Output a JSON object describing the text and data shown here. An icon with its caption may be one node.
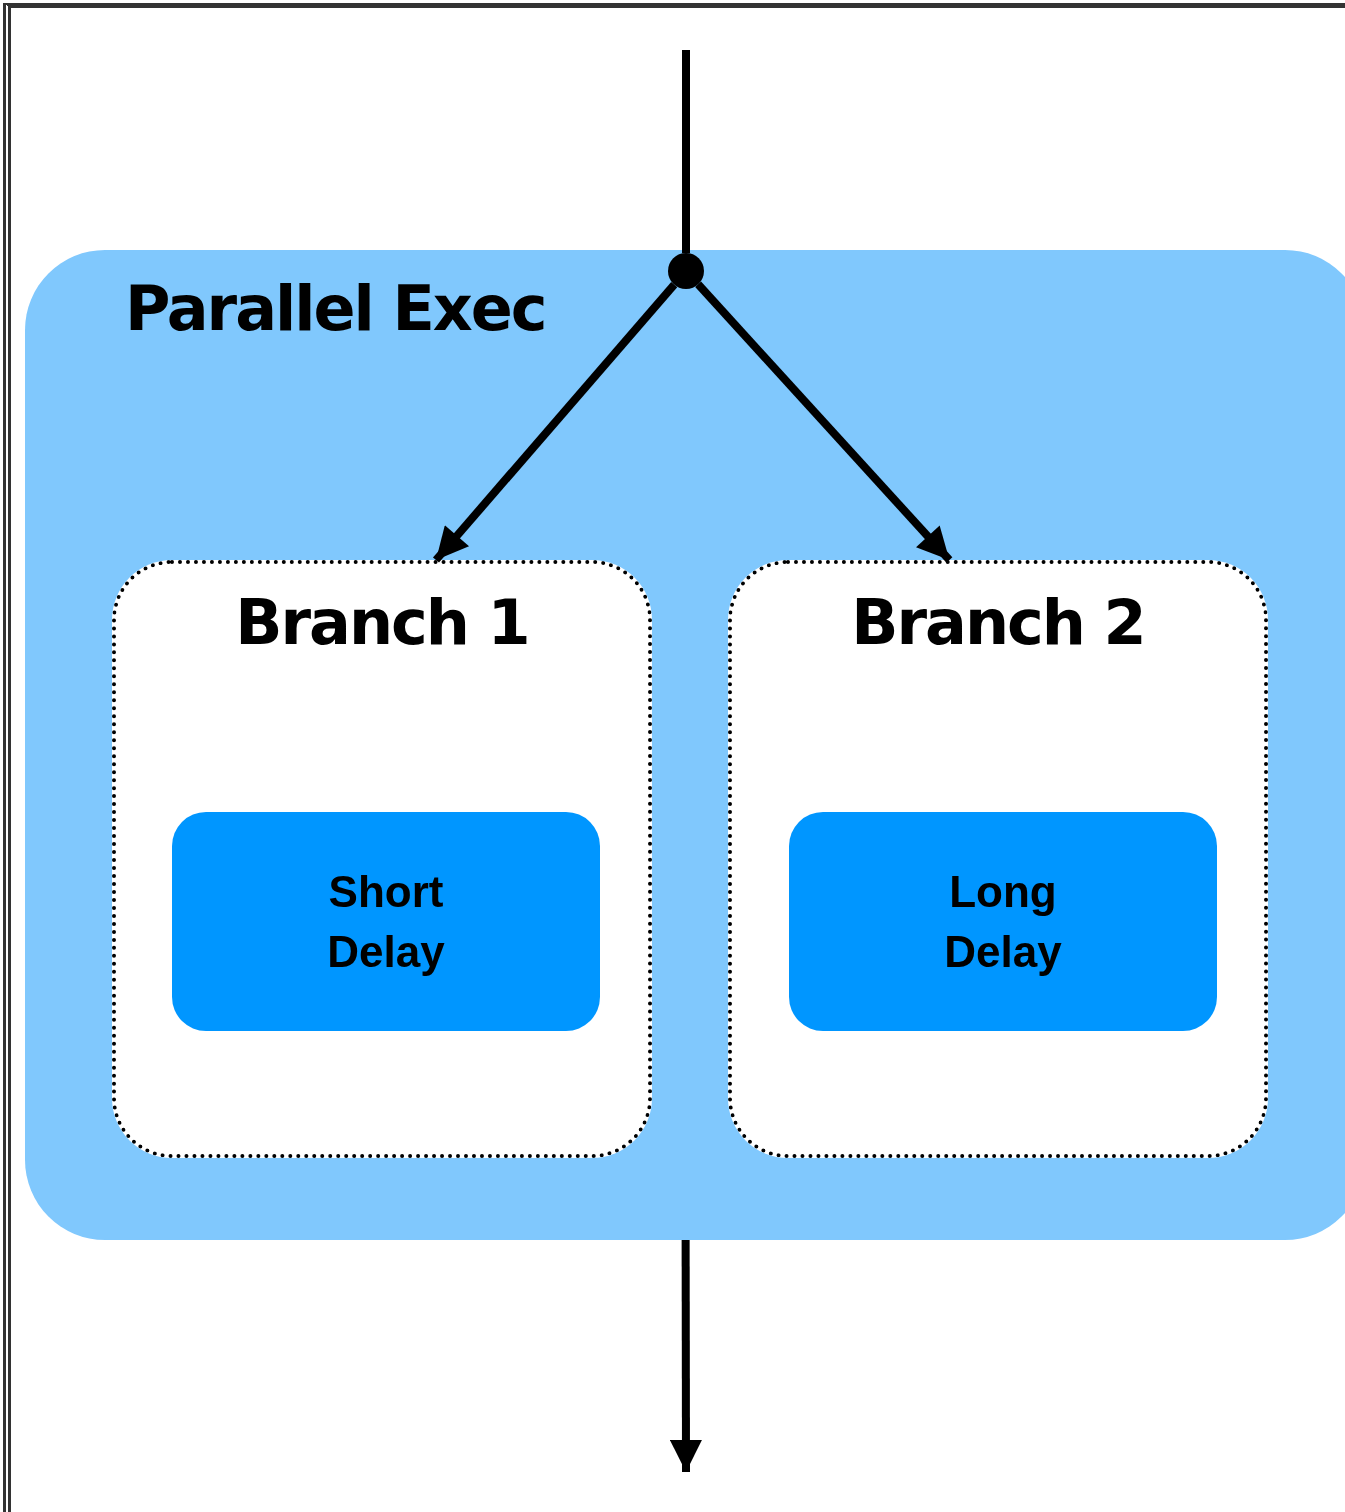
{
  "diagram": {
    "nodes": [
      {
        "text": [
          "Parallel Exec"
        ]
      },
      {
        "text": [],
        "shape": "circle",
        "in": 0
      },
      {
        "text": [
          "Branch 1"
        ],
        "in": 0
      },
      {
        "text": [
          "Short Delay"
        ],
        "in": 2
      },
      {
        "text": [
          "Branch 2"
        ],
        "in": 0
      },
      {
        "text": [
          "Long Delay"
        ],
        "in": 4
      }
    ],
    "edges": [
      {
        "from": null,
        "to": 1,
        "arrow": "none"
      },
      {
        "from": 1,
        "to": 2,
        "arrow": "to"
      },
      {
        "from": 1,
        "to": 4,
        "arrow": "to"
      },
      {
        "from": 0,
        "to": null,
        "arrow": "to"
      }
    ]
  }
}
